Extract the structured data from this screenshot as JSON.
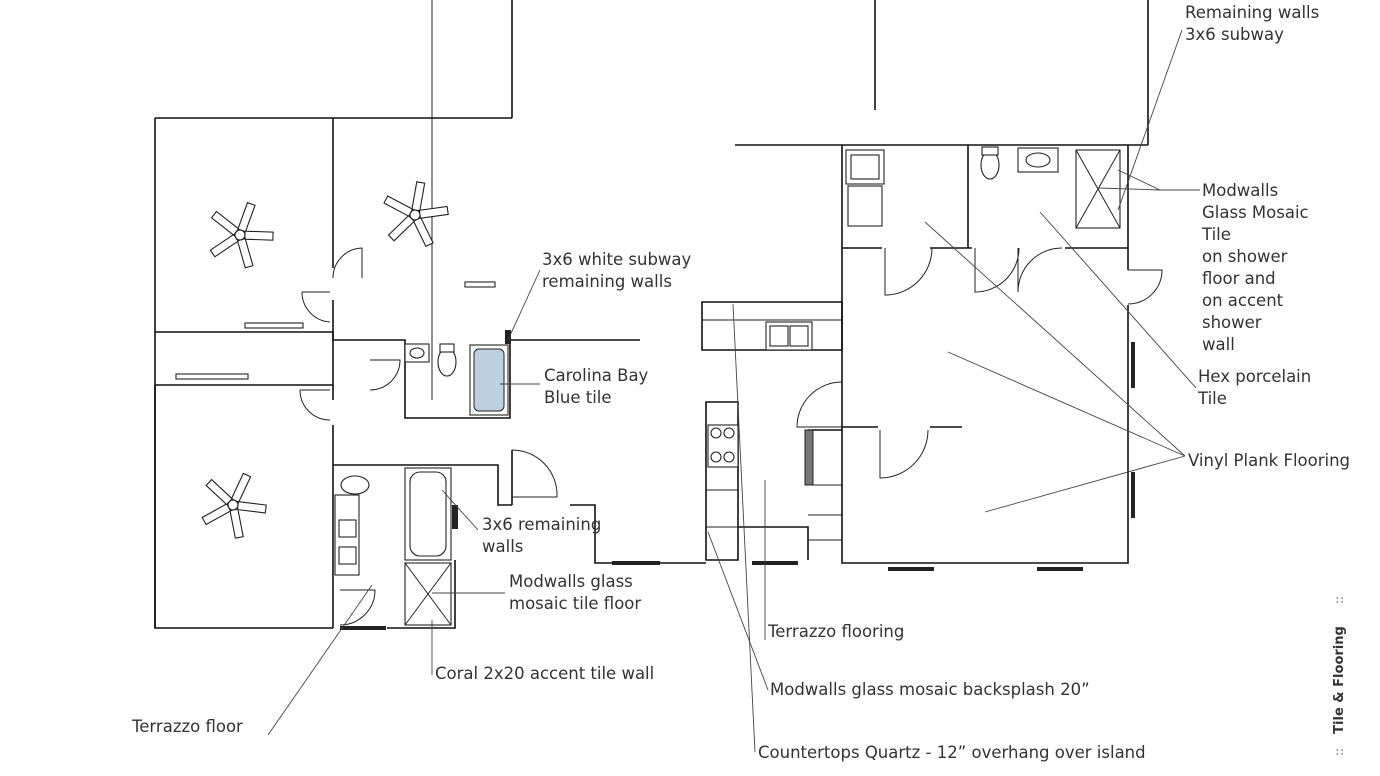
{
  "labels": {
    "remaining_walls": [
      "Remaining walls",
      "3x6 subway"
    ],
    "modwalls_glass_mosaic_tile": [
      "Modwalls",
      "Glass Mosaic",
      "Tile",
      "on shower",
      "floor and",
      "on accent",
      "shower",
      "wall"
    ],
    "white_subway": [
      "3x6 white subway",
      "remaining walls"
    ],
    "carolina_bay": [
      "Carolina Bay",
      "Blue tile"
    ],
    "hex_porcelain": [
      "Hex porcelain",
      "Tile"
    ],
    "vinyl_plank": "Vinyl Plank Flooring",
    "remaining_3x6": [
      "3x6 remaining",
      "walls"
    ],
    "modwalls_floor": [
      "Modwalls glass",
      "mosaic tile floor"
    ],
    "terrazzo_flooring": "Terrazzo flooring",
    "coral_accent": "Coral 2x20 accent tile wall",
    "modwalls_backsplash": "Modwalls glass mosaic backsplash 20”",
    "terrazzo_floor": "Terrazzo floor",
    "countertops": "Countertops Quartz - 12” overhang over island"
  },
  "sidebar": {
    "title": "Tile & Flooring",
    "mark_top": "::",
    "mark_bottom": "::"
  }
}
